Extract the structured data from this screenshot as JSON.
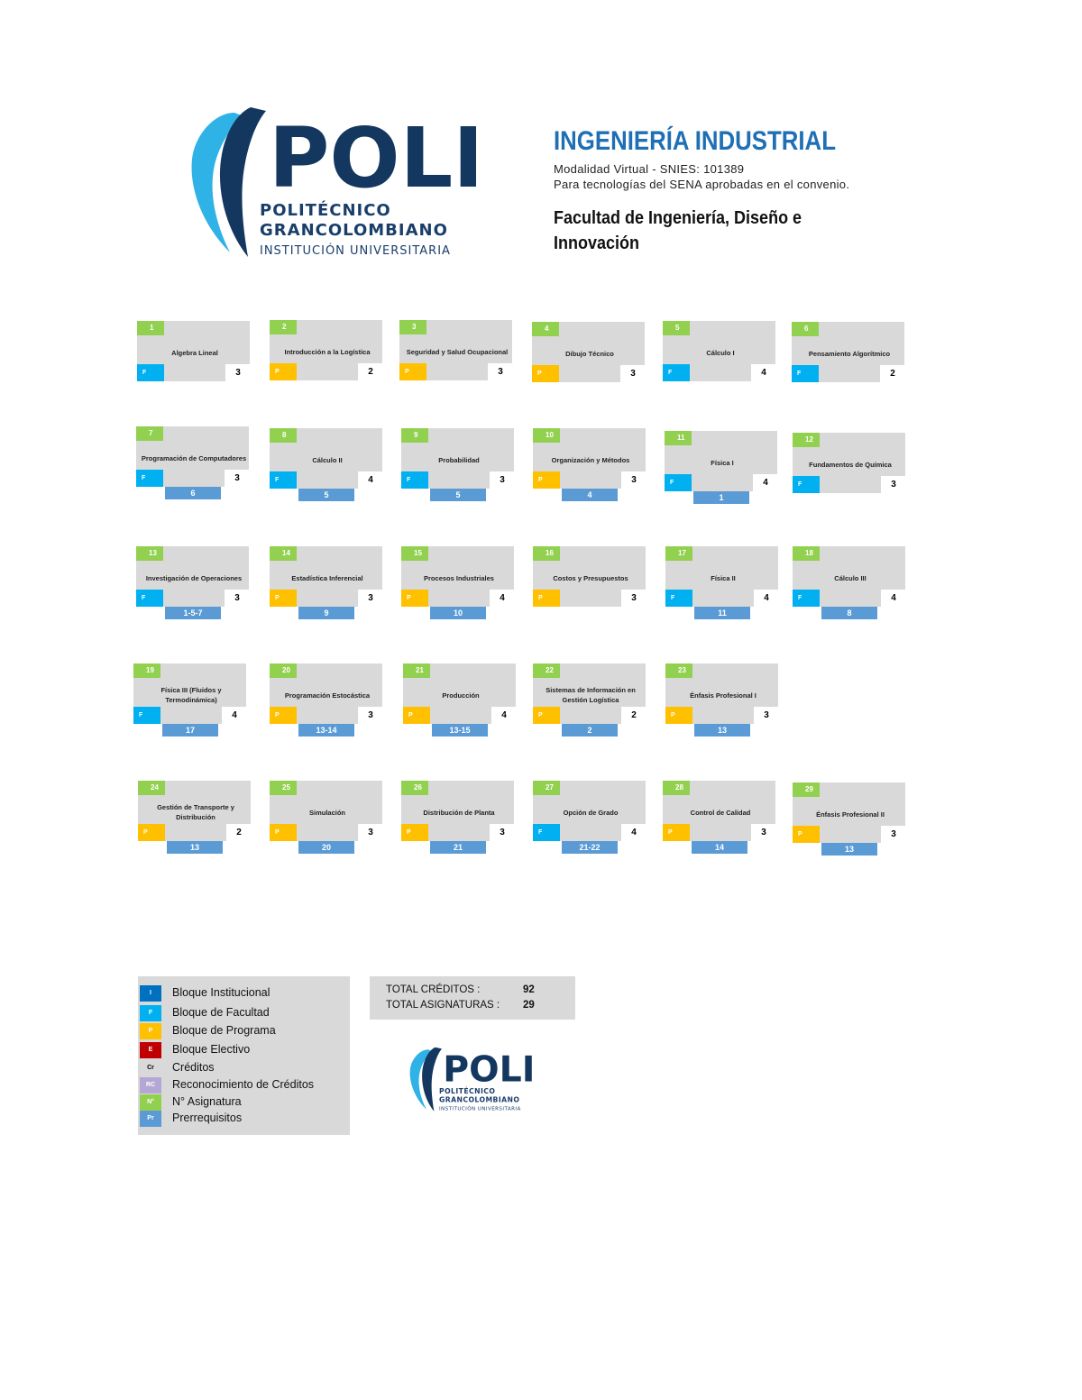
{
  "header": {
    "logo": {
      "word": "POLI",
      "line1": "POLITÉCNICO",
      "line2": "GRANCOLOMBIANO",
      "line3": "INSTITUCIÓN UNIVERSITARIA"
    },
    "title": "INGENIERÍA INDUSTRIAL",
    "modalidad": "Modalidad  Virtual  - SNIES: 101389",
    "convenio": "Para tecnologías del SENA aprobadas en el convenio.",
    "faculty": "Facultad de Ingeniería, Diseño e Innovación"
  },
  "colors": {
    "num": "#92d050",
    "F": "#00b0f0",
    "P": "#ffc000",
    "pre": "#5b9bd5",
    "card": "#d9d9d9",
    "title": "#1f6fb5"
  },
  "courses": [
    {
      "n": "1",
      "name": "Algebra Lineal",
      "block": "F",
      "cr": "3",
      "pre": ""
    },
    {
      "n": "2",
      "name": "Introducción a la Logística",
      "block": "P",
      "cr": "2",
      "pre": ""
    },
    {
      "n": "3",
      "name": "Seguridad y Salud Ocupacional",
      "block": "P",
      "cr": "3",
      "pre": ""
    },
    {
      "n": "4",
      "name": "Dibujo Técnico",
      "block": "P",
      "cr": "3",
      "pre": ""
    },
    {
      "n": "5",
      "name": "Cálculo I",
      "block": "F",
      "cr": "4",
      "pre": ""
    },
    {
      "n": "6",
      "name": "Pensamiento Algorítmico",
      "block": "F",
      "cr": "2",
      "pre": ""
    },
    {
      "n": "7",
      "name": "Programación de Computadores",
      "block": "F",
      "cr": "3",
      "pre": "6"
    },
    {
      "n": "8",
      "name": "Cálculo II",
      "block": "F",
      "cr": "4",
      "pre": "5"
    },
    {
      "n": "9",
      "name": "Probabilidad",
      "block": "F",
      "cr": "3",
      "pre": "5"
    },
    {
      "n": "10",
      "name": "Organización y Métodos",
      "block": "P",
      "cr": "3",
      "pre": "4"
    },
    {
      "n": "11",
      "name": "Física I",
      "block": "F",
      "cr": "4",
      "pre": "1"
    },
    {
      "n": "12",
      "name": "Fundamentos de Química",
      "block": "F",
      "cr": "3",
      "pre": ""
    },
    {
      "n": "13",
      "name": "Investigación de Operaciones",
      "block": "F",
      "cr": "3",
      "pre": "1-5-7"
    },
    {
      "n": "14",
      "name": "Estadística Inferencial",
      "block": "P",
      "cr": "3",
      "pre": "9"
    },
    {
      "n": "15",
      "name": "Procesos Industriales",
      "block": "P",
      "cr": "4",
      "pre": "10"
    },
    {
      "n": "16",
      "name": "Costos y Presupuestos",
      "block": "P",
      "cr": "3",
      "pre": ""
    },
    {
      "n": "17",
      "name": "Física II",
      "block": "F",
      "cr": "4",
      "pre": "11"
    },
    {
      "n": "18",
      "name": "Cálculo III",
      "block": "F",
      "cr": "4",
      "pre": "8"
    },
    {
      "n": "19",
      "name": "Física III (Fluidos y Termodinámica)",
      "block": "F",
      "cr": "4",
      "pre": "17"
    },
    {
      "n": "20",
      "name": "Programación Estocástica",
      "block": "P",
      "cr": "3",
      "pre": "13-14"
    },
    {
      "n": "21",
      "name": "Producción",
      "block": "P",
      "cr": "4",
      "pre": "13-15"
    },
    {
      "n": "22",
      "name": "Sistemas de Información en Gestión Logística",
      "block": "P",
      "cr": "2",
      "pre": "2"
    },
    {
      "n": "23",
      "name": "Énfasis Profesional I",
      "block": "P",
      "cr": "3",
      "pre": "13"
    },
    {
      "n": "24",
      "name": "Gestión de Transporte y Distribución",
      "block": "P",
      "cr": "2",
      "pre": "13"
    },
    {
      "n": "25",
      "name": "Simulación",
      "block": "P",
      "cr": "3",
      "pre": "20"
    },
    {
      "n": "26",
      "name": "Distribución de Planta",
      "block": "P",
      "cr": "3",
      "pre": "21"
    },
    {
      "n": "27",
      "name": "Opción de Grado",
      "block": "F",
      "cr": "4",
      "pre": "21-22"
    },
    {
      "n": "28",
      "name": "Control de Calidad",
      "block": "P",
      "cr": "3",
      "pre": "14"
    },
    {
      "n": "29",
      "name": "Énfasis Profesional II",
      "block": "P",
      "cr": "3",
      "pre": "13"
    }
  ],
  "legend": [
    {
      "code": "I",
      "label": "Bloque Institucional",
      "color": "#0070c0"
    },
    {
      "code": "F",
      "label": "Bloque de Facultad",
      "color": "#00b0f0"
    },
    {
      "code": "P",
      "label": "Bloque de Programa",
      "color": "#ffc000"
    },
    {
      "code": "E",
      "label": "Bloque Electivo",
      "color": "#c00000"
    },
    {
      "code": "Cr",
      "label": "Créditos",
      "color": "#ffffff"
    },
    {
      "code": "RC",
      "label": "Reconocimiento de Créditos",
      "color": "#b4a7d6"
    },
    {
      "code": "N°",
      "label": "N° Asignatura",
      "color": "#92d050"
    },
    {
      "code": "Pr",
      "label": "Prerrequisitos",
      "color": "#5b9bd5"
    }
  ],
  "totals": {
    "creditos_label": "TOTAL CRÉDITOS :",
    "creditos": "92",
    "asignaturas_label": "TOTAL  ASIGNATURAS :",
    "asignaturas": "29"
  }
}
